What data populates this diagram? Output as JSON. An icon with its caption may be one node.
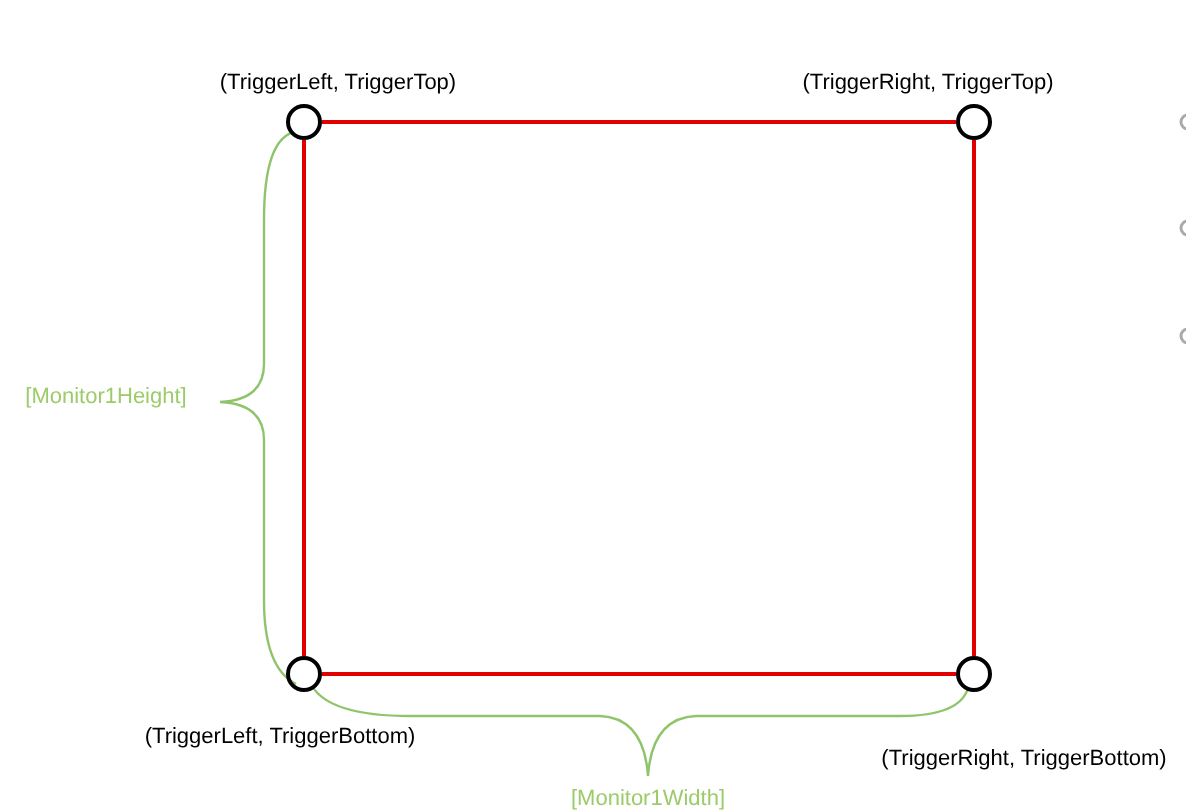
{
  "diagram": {
    "nodes": [
      {
        "text": [],
        "shape": "circle",
        "beside": [
          "(TriggerLeft, TriggerTop)"
        ]
      },
      {
        "text": [],
        "shape": "circle",
        "beside": [
          "(TriggerRight, TriggerTop)"
        ]
      },
      {
        "text": [],
        "shape": "circle",
        "beside": [
          "(TriggerLeft, TriggerBottom)"
        ]
      },
      {
        "text": [],
        "shape": "circle",
        "beside": [
          "(TriggerRight, TriggerBottom)"
        ]
      }
    ],
    "edges": [
      {
        "from": 0,
        "to": 1,
        "arrow": "none"
      },
      {
        "from": 1,
        "to": 3,
        "arrow": "none"
      },
      {
        "from": 3,
        "to": 2,
        "arrow": "none"
      },
      {
        "from": 2,
        "to": 0,
        "arrow": "none"
      }
    ],
    "labels": [
      "[Monitor1Height]",
      "[Monitor1Width]"
    ]
  }
}
